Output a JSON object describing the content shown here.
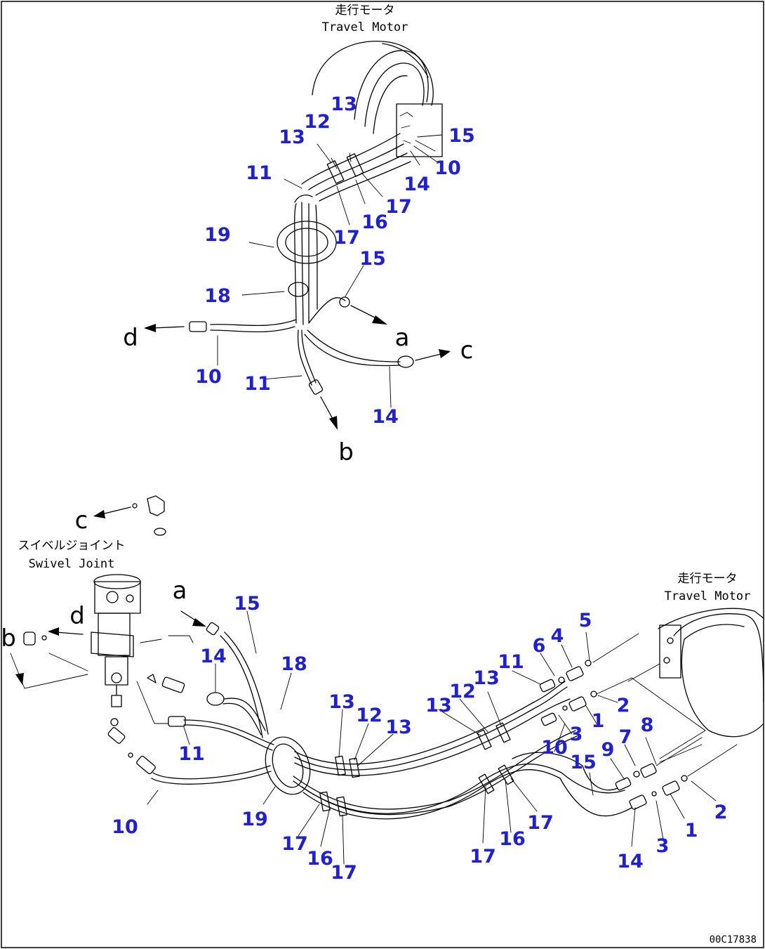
{
  "captions": {
    "top_motor_jp": "走行モータ",
    "top_motor_en": "Travel Motor",
    "swivel_jp": "スイベルジョイント",
    "swivel_en": "Swivel Joint",
    "right_motor_jp": "走行モータ",
    "right_motor_en": "Travel Motor"
  },
  "drawing_code": "00C17838",
  "connection_letters": {
    "top": [
      "d",
      "a",
      "c",
      "b"
    ],
    "bottom": [
      "c",
      "a",
      "d",
      "b"
    ]
  },
  "top_view_labels": [
    "13",
    "12",
    "13",
    "15",
    "11",
    "10",
    "14",
    "17",
    "16",
    "17",
    "19",
    "15",
    "18",
    "10",
    "11",
    "14"
  ],
  "bottom_view_labels": [
    "15",
    "14",
    "18",
    "11",
    "10",
    "19",
    "17",
    "16",
    "17",
    "13",
    "12",
    "13",
    "13",
    "12",
    "13",
    "11",
    "6",
    "4",
    "5",
    "2",
    "1",
    "3",
    "10",
    "15",
    "9",
    "7",
    "8",
    "17",
    "16",
    "17",
    "14",
    "3",
    "1",
    "2"
  ]
}
